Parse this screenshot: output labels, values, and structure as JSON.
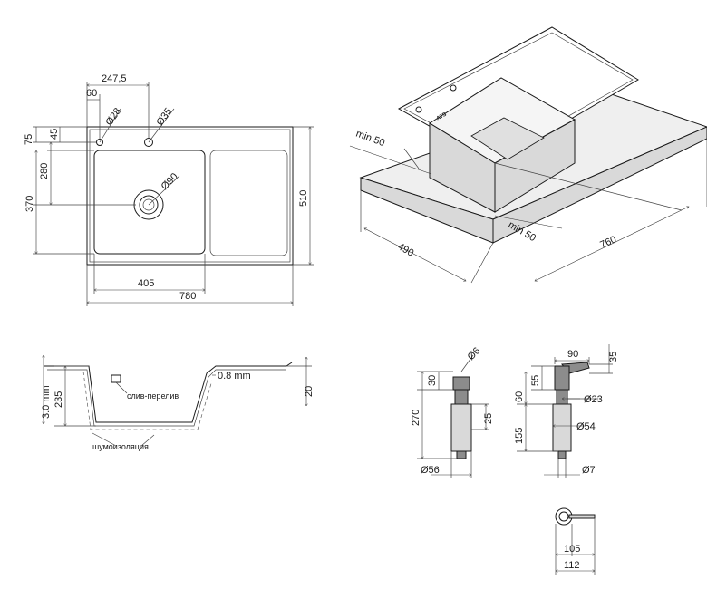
{
  "top_view": {
    "dim_247_5": "247,5",
    "dim_60": "60",
    "dim_d28": "Ø28",
    "dim_d35": "Ø35",
    "dim_75": "75",
    "dim_45": "45",
    "dim_280": "280",
    "dim_370": "370",
    "dim_d90": "Ø90",
    "dim_510": "510",
    "dim_405": "405",
    "dim_780": "780"
  },
  "iso_view": {
    "min50_left": "min 50",
    "min50_right": "min 50",
    "dim_490": "490",
    "dim_760": "760",
    "brand": "ATS"
  },
  "section_view": {
    "dim_3mm": "3.0 mm",
    "dim_235": "235",
    "dim_0_8mm": "0.8 mm",
    "dim_20": "20",
    "overflow_label": "слив-перелив",
    "insulation_label": "шумоизоляция"
  },
  "dispenser_left": {
    "dim_d6": "Ø6",
    "dim_30": "30",
    "dim_270": "270",
    "dim_25": "25",
    "dim_d56": "Ø56"
  },
  "dispenser_right": {
    "dim_90": "90",
    "dim_35": "35",
    "dim_55": "55",
    "dim_60": "60",
    "dim_d23": "Ø23",
    "dim_155": "155",
    "dim_d54": "Ø54",
    "dim_d7": "Ø7"
  },
  "dispenser_top": {
    "dim_105": "105",
    "dim_112": "112"
  }
}
